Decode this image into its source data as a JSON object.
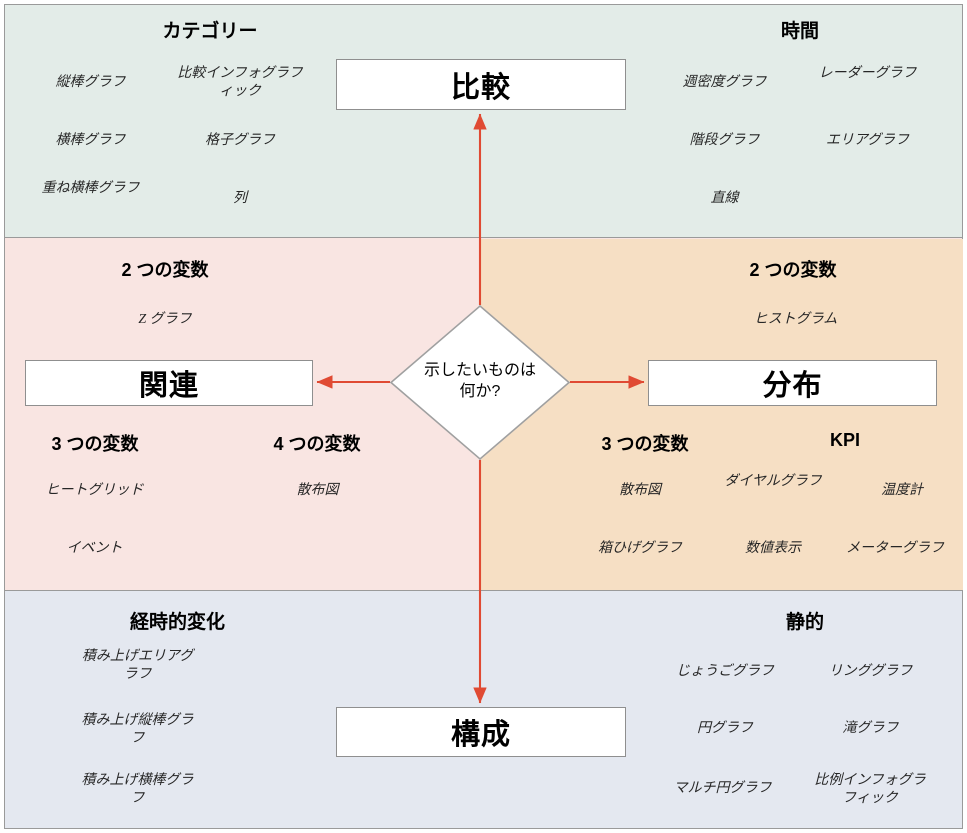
{
  "diagram": {
    "center_question": "示したいものは何か?",
    "arrow_color": "#e04a33",
    "box_border_color": "#8f8f8f"
  },
  "quadrants": [
    {
      "id": "comparison",
      "background": "#e3ece8",
      "answer": "比較",
      "groups": [
        {
          "title": "カテゴリー",
          "items": [
            "縦棒グラフ",
            "比較インフォ グラフィック",
            "横棒グラフ",
            "格子グラフ",
            "重ね横棒グラフ",
            "列"
          ]
        },
        {
          "title": "時間",
          "items": [
            "週密度グラフ",
            "レーダーグラフ",
            "階段グラフ",
            "エリアグラフ",
            "直線"
          ]
        }
      ]
    },
    {
      "id": "relationship",
      "background": "#f9e5e2",
      "answer": "関連",
      "groups": [
        {
          "title": "2 つの変数",
          "items": [
            "Z グラフ"
          ]
        },
        {
          "title": "3 つの変数",
          "items": [
            "ヒートグリッド",
            "イベント"
          ]
        },
        {
          "title": "4 つの変数",
          "items": [
            "散布図"
          ]
        }
      ]
    },
    {
      "id": "distribution",
      "background": "#f6dfc4",
      "answer": "分布",
      "groups": [
        {
          "title": "2 つの変数",
          "items": [
            "ヒストグラム"
          ]
        },
        {
          "title": "3 つの変数",
          "items": [
            "散布図",
            "箱ひげグラフ"
          ]
        },
        {
          "title": "KPI",
          "items": [
            "ダイヤルグラフ",
            "温度計",
            "数値表示",
            "メーターグラフ"
          ]
        }
      ]
    },
    {
      "id": "composition",
      "background": "#e4e8f0",
      "answer": "構成",
      "groups": [
        {
          "title": "経時的変化",
          "items": [
            "積み上げエリアグラフ",
            "積み上げ縦棒グラフ",
            "積み上げ横棒グラフ"
          ]
        },
        {
          "title": "静的",
          "items": [
            "じょうごグラフ",
            "リンググラフ",
            "円グラフ",
            "滝グラフ",
            "マルチ円グラフ",
            "比例インフォグラフィック"
          ]
        }
      ]
    }
  ],
  "labels": {
    "cat_title": "カテゴリー",
    "time_title": "時間",
    "rel_two_vars": "2 つの変数",
    "rel_three_vars": "3 つの変数",
    "rel_four_vars": "4 つの変数",
    "dist_two_vars": "2 つの変数",
    "dist_three_vars": "3 つの変数",
    "dist_kpi": "KPI",
    "time_change_title": "経時的変化",
    "static_title": "静的",
    "cat_1": "縦棒グラフ",
    "cat_2": "比較インフォグラフィック",
    "cat_3": "横棒グラフ",
    "cat_4": "格子グラフ",
    "cat_5": "重ね横棒グラフ",
    "cat_6": "列",
    "time_1": "週密度グラフ",
    "time_2": "レーダーグラフ",
    "time_3": "階段グラフ",
    "time_4": "エリアグラフ",
    "time_5": "直線",
    "rel_1": "Z グラフ",
    "rel_2": "ヒートグリッド",
    "rel_3": "イベント",
    "rel_4": "散布図",
    "dist_1": "ヒストグラム",
    "dist_2": "散布図",
    "dist_3": "ダイヤルグラフ",
    "dist_4": "温度計",
    "dist_5": "箱ひげグラフ",
    "dist_6": "数値表示",
    "dist_7": "メーターグラフ",
    "comp_1": "積み上げエリアグラフ",
    "comp_2": "積み上げ縦棒グラフ",
    "comp_3": "積み上げ横棒グラフ",
    "static_1": "じょうごグラフ",
    "static_2": "リンググラフ",
    "static_3": "円グラフ",
    "static_4": "滝グラフ",
    "static_5": "マルチ円グラフ",
    "static_6": "比例インフォグラフィック",
    "answer_comparison": "比較",
    "answer_relationship": "関連",
    "answer_distribution": "分布",
    "answer_composition": "構成",
    "question": "示したいものは何か?"
  }
}
